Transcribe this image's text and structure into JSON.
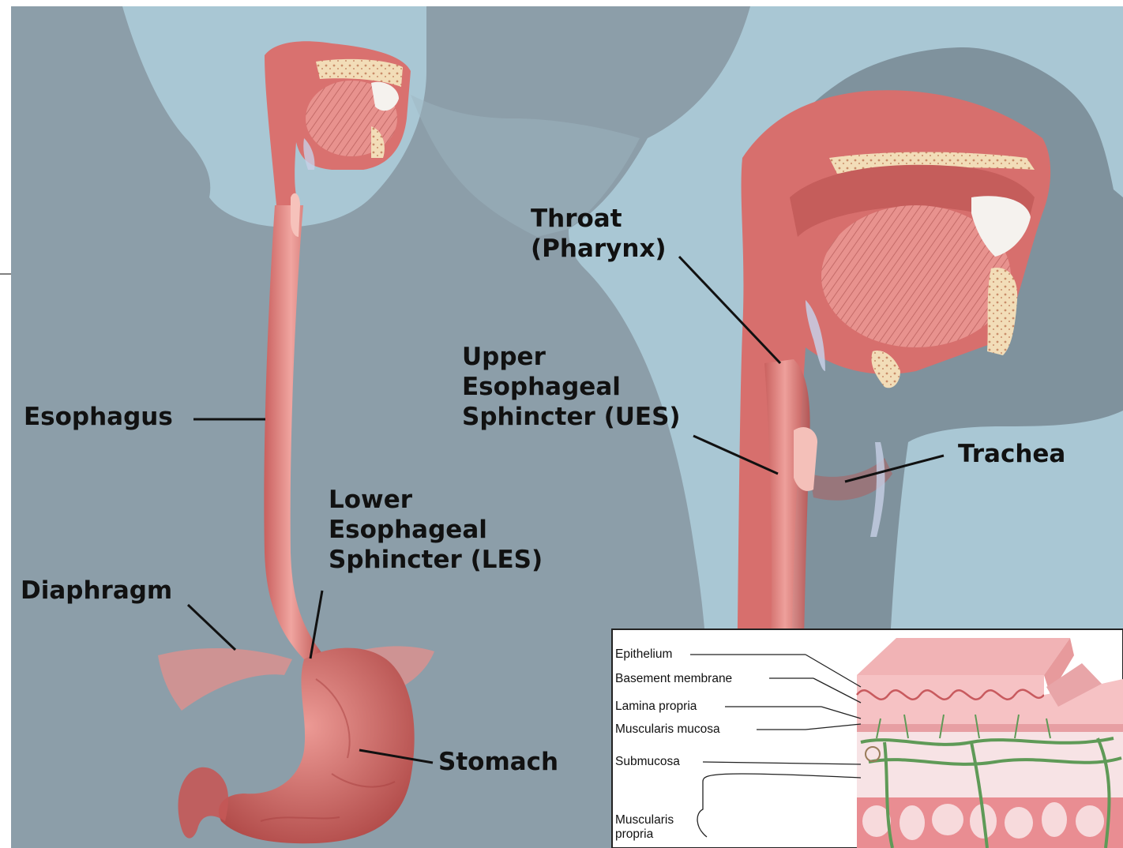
{
  "main_labels": {
    "throat": "Throat\n(Pharynx)",
    "ues": "Upper\nEsophageal\nSphincter (UES)",
    "esophagus": "Esophagus",
    "les": "Lower\nEsophageal\nSphincter (LES)",
    "trachea": "Trachea",
    "diaphragm": "Diaphragm",
    "stomach": "Stomach"
  },
  "inset_labels": {
    "epithelium": "Epithelium",
    "basement_membrane": "Basement membrane",
    "lamina_propria": "Lamina propria",
    "muscularis_mucosa": "Muscularis mucosa",
    "submucosa": "Submucosa",
    "muscularis_propria": "Muscularis\npropria"
  },
  "colors": {
    "background": "#a9c7d4",
    "silhouette": "#8c9ea9",
    "tissue": "#e58c8a",
    "tissue_dark": "#b8504e",
    "bone": "#f1dcb7",
    "inset_background": "#ffffff",
    "nerve_green": "#5f9a57"
  }
}
